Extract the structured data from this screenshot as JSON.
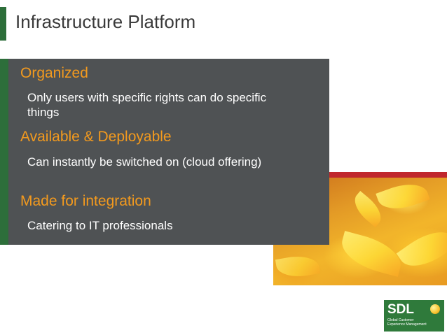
{
  "slide": {
    "title": "Infrastructure Platform",
    "items": [
      {
        "heading": "Organized",
        "body": "Only users with specific rights can do specific things"
      },
      {
        "heading": "Available & Deployable",
        "body": "Can instantly be switched on (cloud offering)"
      },
      {
        "heading": "Made for integration",
        "body": "Catering to IT professionals"
      }
    ]
  },
  "logo": {
    "mark": "SDL",
    "line1": "Global Customer",
    "line2": "Experience Management"
  },
  "colors": {
    "accent_green": "#2d6e3a",
    "panel_gray": "#4f5254",
    "heading_orange": "#f39a1e",
    "stripe_red": "#c0272d"
  },
  "images": {
    "photo": "yellow-autumn-leaves-photo"
  }
}
